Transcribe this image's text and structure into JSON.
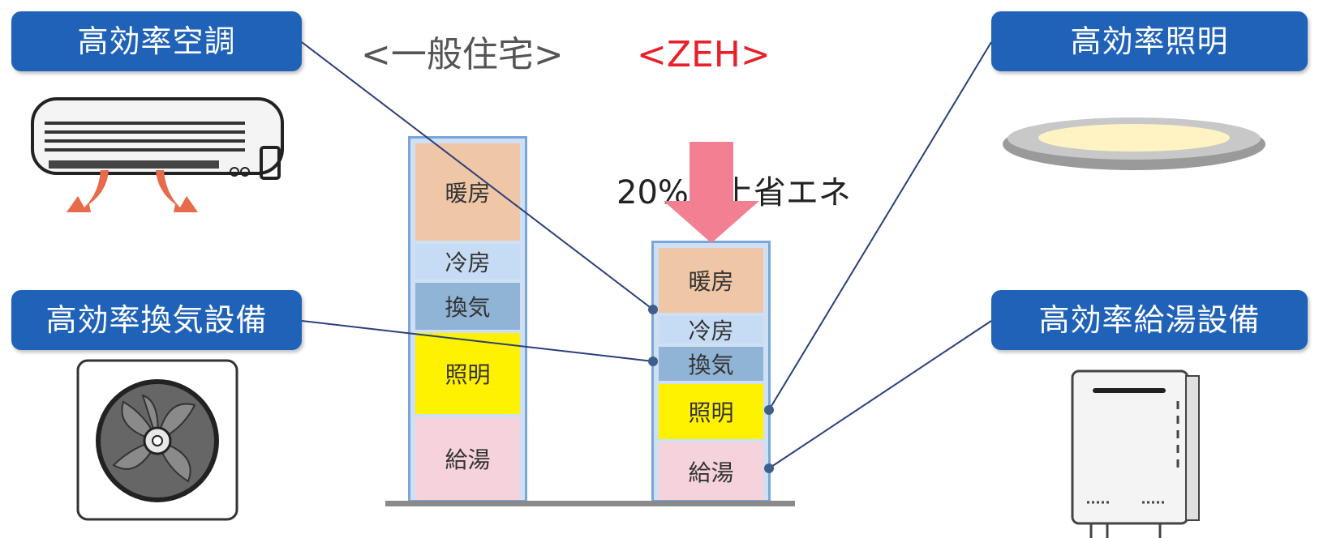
{
  "labels": {
    "ac": "高効率空調",
    "ventilation": "高効率換気設備",
    "lighting": "高効率照明",
    "water_heater": "高効率給湯設備"
  },
  "headings": {
    "general": "<一般住宅>",
    "zeh": "<ZEH>"
  },
  "saving_note": "20%以上省エネ",
  "colors": {
    "label_bg": "#1f62b8",
    "zeh_heading": "#e8202a",
    "heating": "#efc6a6",
    "cooling": "#c6dcf5",
    "ventilation": "#8fb4d6",
    "lighting": "#fff200",
    "hot_water": "#f6d3dc",
    "arrow": "#f37f93"
  },
  "columns": {
    "general": {
      "heating": "暖房",
      "cooling": "冷房",
      "ventilation": "換気",
      "lighting": "照明",
      "hot_water": "給湯"
    },
    "zeh": {
      "heating": "暖房",
      "cooling": "冷房",
      "ventilation": "換気",
      "lighting": "照明",
      "hot_water": "給湯"
    }
  },
  "icons": {
    "ac": "air-conditioner-icon",
    "ventilation": "ventilation-fan-icon",
    "lighting": "ceiling-light-icon",
    "water_heater": "water-heater-icon",
    "arrow": "down-arrow-icon"
  }
}
